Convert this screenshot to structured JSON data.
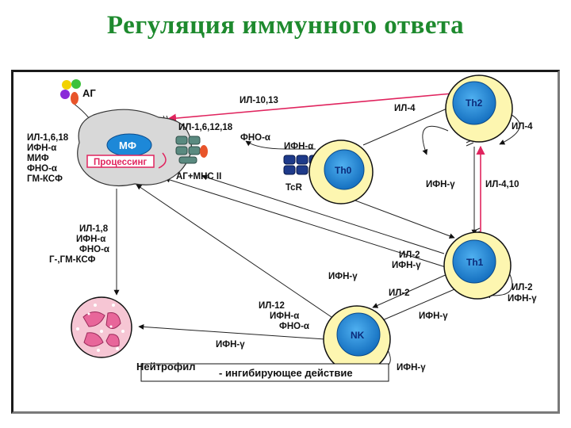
{
  "title": "Регуляция иммунного ответа",
  "cells": {
    "th2": "Th2",
    "th0": "Th0",
    "th1": "Th1",
    "nk": "NK",
    "mf": "МФ",
    "processing": "Процессинг",
    "neutrophil": "Нейтрофил",
    "antigen": "АГ",
    "ag_mhc": "АГ+МНС II",
    "tcr": "TcR"
  },
  "labels": {
    "il10_13": "ИЛ-10,13",
    "il4_th2_left": "ИЛ-4",
    "il4_th2_right": "ИЛ-4",
    "il1_6_12_18": "ИЛ-1,6,12,18",
    "fno_a_top": "ФНО-α",
    "ifn_a_top": "ИФН-α",
    "mf_left": [
      "ИЛ-1,6,18",
      "ИФН-α",
      "МИФ",
      "ФНО-α",
      "ГМ-КСФ"
    ],
    "ifn_g_mid": "ИФН-γ",
    "il4_10": "ИЛ-4,10",
    "neut_in": [
      "ИЛ-1,8",
      "ИФН-α",
      "ФНО-α",
      "Г-,ГМ-КСФ"
    ],
    "il2_ifng_th1": [
      "ИЛ-2",
      "ИФН-γ"
    ],
    "ifn_g_th1_mf": "ИФН-γ",
    "il2_th1_right": [
      "ИЛ-2",
      "ИФН-γ"
    ],
    "il2_nk": "ИЛ-2",
    "ifn_g_nk_th1": "ИФН-γ",
    "nk_out": [
      "ИЛ-12",
      "ИФН-α",
      "ФНО-α"
    ],
    "ifn_g_neut": "ИФН-γ",
    "ifn_g_nk_self": "ИФН-γ"
  },
  "legend": {
    "text": "- ингибирующее действие"
  },
  "colors": {
    "title": "#1e8a2e",
    "cell_fill": "#1d88d8",
    "cell_ring": "#fdf6b0",
    "inhibit": "#e0245e"
  }
}
